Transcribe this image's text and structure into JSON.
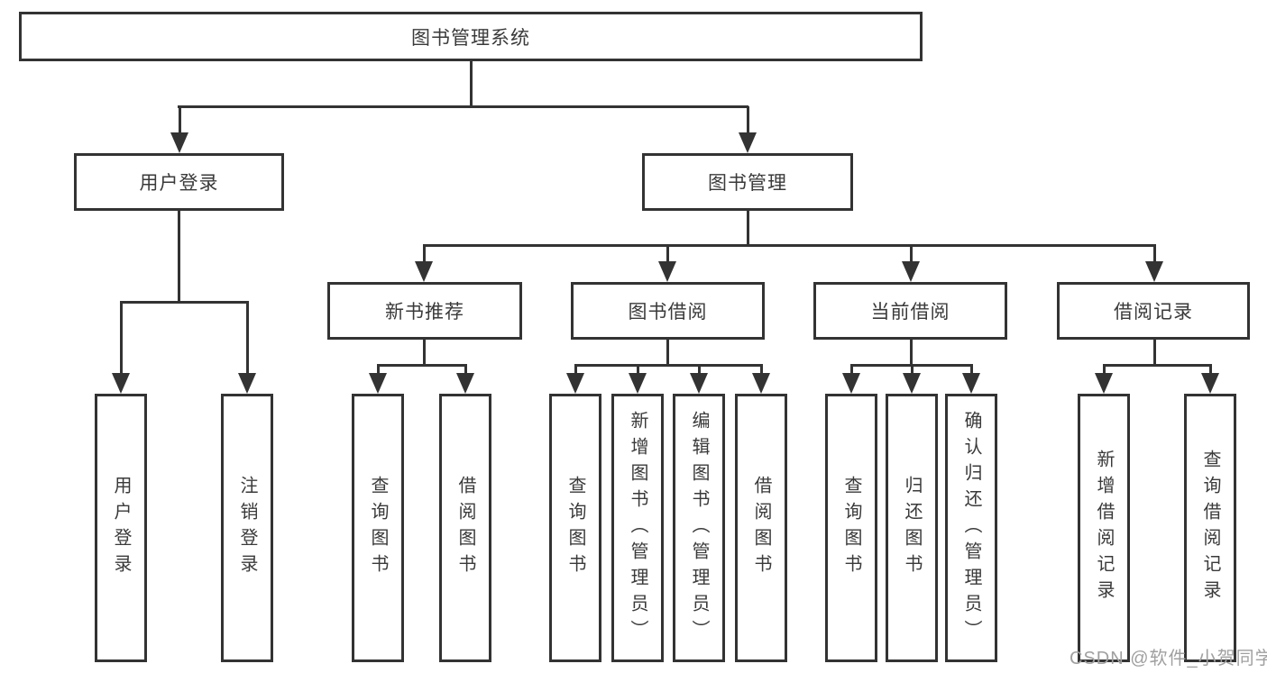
{
  "diagram": {
    "root": "图书管理系统",
    "level2": [
      "用户登录",
      "图书管理"
    ],
    "level3": [
      "新书推荐",
      "图书借阅",
      "当前借阅",
      "借阅记录"
    ],
    "leaves": {
      "user_login": [
        "用户登录",
        "注销登录"
      ],
      "new_book_recommend": [
        "查询图书",
        "借阅图书"
      ],
      "book_borrow": [
        "查询图书",
        "新增图书（管理员）",
        "编辑图书（管理员）",
        "借阅图书"
      ],
      "current_borrow": [
        "查询图书",
        "归还图书",
        "确认归还（管理员）"
      ],
      "borrow_records": [
        "新增借阅记录",
        "查询借阅记录"
      ]
    }
  },
  "watermark": "CSDN @软件_小贺同学",
  "colors": {
    "line": "#333333",
    "text": "#3a3a3a",
    "watermark": "#a0a0a0",
    "background": "#ffffff"
  }
}
